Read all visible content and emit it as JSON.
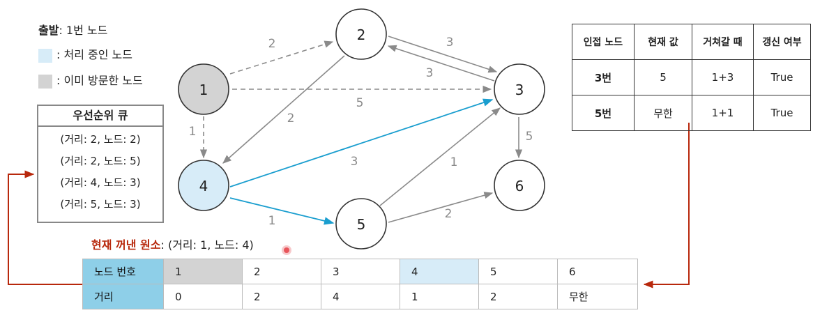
{
  "legend": {
    "start_label": "출발",
    "start_text": ": 1번 노드",
    "processing_text": ": 처리 중인 노드",
    "visited_text": ": 이미 방문한 노드"
  },
  "colors": {
    "processing": "#d7ecf8",
    "visited": "#d3d3d3",
    "highlight_edge": "#1a9ecf",
    "dist_header": "#8ecfe8",
    "red": "#b8280c"
  },
  "priority_queue": {
    "title": "우선순위 큐",
    "items": [
      "(거리: 2, 노드: 2)",
      "(거리: 2, 노드: 5)",
      "(거리: 4, 노드: 3)",
      "(거리: 5, 노드: 3)"
    ]
  },
  "graph": {
    "nodes": [
      {
        "id": "1",
        "label": "1",
        "state": "visited"
      },
      {
        "id": "2",
        "label": "2",
        "state": "normal"
      },
      {
        "id": "3",
        "label": "3",
        "state": "normal"
      },
      {
        "id": "4",
        "label": "4",
        "state": "processing"
      },
      {
        "id": "5",
        "label": "5",
        "state": "normal"
      },
      {
        "id": "6",
        "label": "6",
        "state": "normal"
      }
    ],
    "edges": [
      {
        "from": "1",
        "to": "2",
        "weight": "2",
        "style": "dashed"
      },
      {
        "from": "1",
        "to": "3",
        "weight": "5",
        "style": "dashed"
      },
      {
        "from": "1",
        "to": "4",
        "weight": "1",
        "style": "dashed"
      },
      {
        "from": "2",
        "to": "3",
        "weight": "3",
        "style": "solid"
      },
      {
        "from": "3",
        "to": "2",
        "weight": "3",
        "style": "solid"
      },
      {
        "from": "2",
        "to": "4",
        "weight": "2",
        "style": "solid"
      },
      {
        "from": "3",
        "to": "6",
        "weight": "5",
        "style": "solid"
      },
      {
        "from": "4",
        "to": "3",
        "weight": "3",
        "style": "highlight"
      },
      {
        "from": "4",
        "to": "5",
        "weight": "1",
        "style": "highlight"
      },
      {
        "from": "5",
        "to": "3",
        "weight": "1",
        "style": "solid"
      },
      {
        "from": "5",
        "to": "6",
        "weight": "2",
        "style": "solid"
      }
    ]
  },
  "status_table": {
    "headers": [
      "인접 노드",
      "현재 값",
      "거쳐갈 때",
      "갱신 여부"
    ],
    "rows": [
      [
        "3번",
        "5",
        "1+3",
        "True"
      ],
      [
        "5번",
        "무한",
        "1+1",
        "True"
      ]
    ]
  },
  "popped": {
    "label": "현재 꺼낸 원소",
    "value": ": (거리: 1, 노드: 4)"
  },
  "distance_table": {
    "row_headers": [
      "노드 번호",
      "거리"
    ],
    "node_numbers": [
      "1",
      "2",
      "3",
      "4",
      "5",
      "6"
    ],
    "distances": [
      "0",
      "2",
      "4",
      "1",
      "2",
      "무한"
    ]
  }
}
